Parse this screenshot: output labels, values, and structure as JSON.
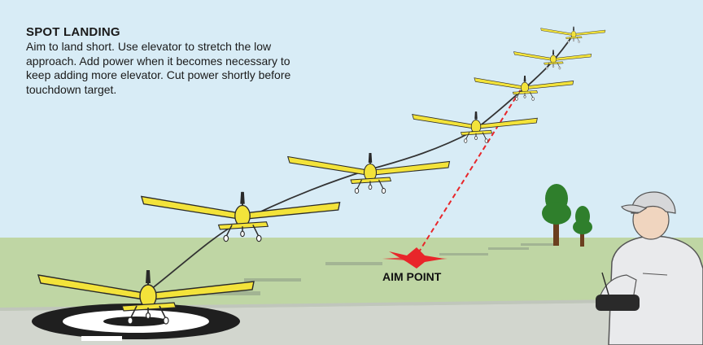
{
  "caption": {
    "title": "SPOT LANDING",
    "body": "Aim to land short. Use elevator to stretch the low approach. Add power when it becomes necessary to keep adding more elevator. Cut power shortly before touchdown target."
  },
  "aim_point_label": "AIM POINT",
  "colors": {
    "sky": "#d8ecf6",
    "grass": "#bfd6a4",
    "runway": "#d2d6ce",
    "airplane_wing": "#f3e33a",
    "airplane_outline": "#2a2a2a",
    "aim_marker": "#e8262a",
    "sightline": "#e8262a",
    "flight_path": "#333333",
    "shirt": "#e9eaec",
    "cap": "#d6d7d9",
    "tree": "#2f7f2c",
    "trunk": "#6b3f1f"
  },
  "icons": {
    "airplane": "airplane-icon",
    "aim_marker": "cross-marker-icon",
    "pilot": "person-with-transmitter-icon",
    "tree": "tree-icon",
    "landing_pad": "circular-landing-pad-icon"
  }
}
